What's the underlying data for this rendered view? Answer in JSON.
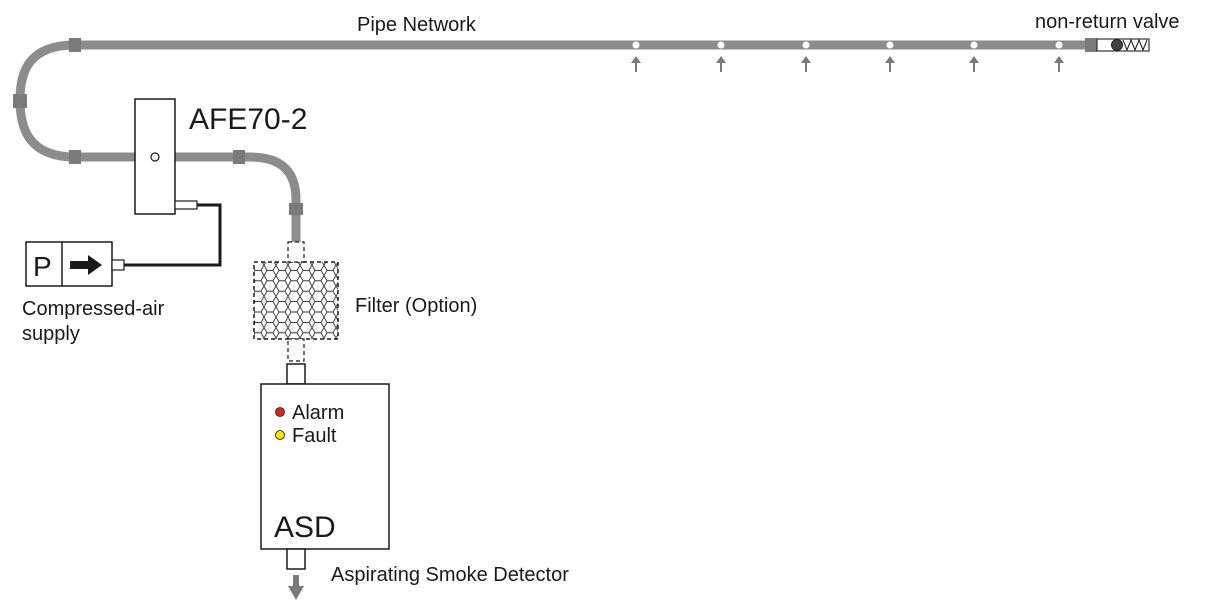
{
  "labels": {
    "pipe_network": "Pipe Network",
    "non_return_valve": "non-return valve",
    "afe_unit": "AFE70-2",
    "pressure_letter": "P",
    "compressed_air_line1": "Compressed-air",
    "compressed_air_line2": "supply",
    "filter": "Filter (Option)",
    "alarm": "Alarm",
    "fault": "Fault",
    "asd": "ASD",
    "asd_full": "Aspirating Smoke Detector"
  },
  "icons": {
    "sampling_hole": "sampling-hole-icon",
    "air_inflow_arrow": "upward-arrow-icon",
    "air_direction_arrow": "right-arrow-icon",
    "exhaust_arrow": "down-arrow-icon",
    "valve_spring": "spring-icon",
    "filter_mesh": "honeycomb-pattern"
  },
  "indicators": {
    "alarm_color": "#d9242b",
    "fault_color": "#f2e400"
  },
  "colors": {
    "pipe": "#8c8c8c",
    "pipe_joint": "#7a7a7a",
    "outline": "#1a1a1a"
  }
}
